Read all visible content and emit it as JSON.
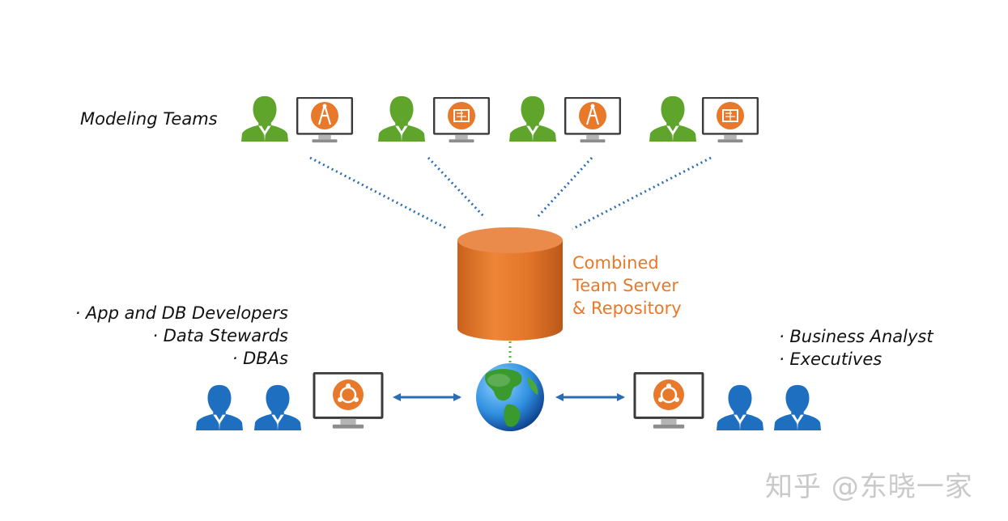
{
  "labels": {
    "modeling_teams": "Modeling Teams",
    "developers_group": [
      "· App and DB Developers",
      "· Data Stewards",
      "· DBAs"
    ],
    "business_group": [
      "· Business Analyst",
      "· Executives"
    ],
    "server": [
      "Combined",
      "Team Server",
      "& Repository"
    ]
  },
  "watermark": "知乎 @东晓一家",
  "colors": {
    "modeler_green": "#5fa52c",
    "user_blue": "#1f6fc0",
    "accent_orange": "#e8782a",
    "dotted_blue": "#2a6db5",
    "dotted_green": "#4cbb3a",
    "arrow_blue": "#2a6db5"
  },
  "icons": {
    "modeler_workstations": [
      "compass-icon",
      "blueprint-icon",
      "compass-icon",
      "blueprint-icon"
    ],
    "user_workstations": [
      "team-app-icon",
      "team-app-icon"
    ],
    "hub": "globe-icon",
    "server": "database-cylinder-icon"
  }
}
